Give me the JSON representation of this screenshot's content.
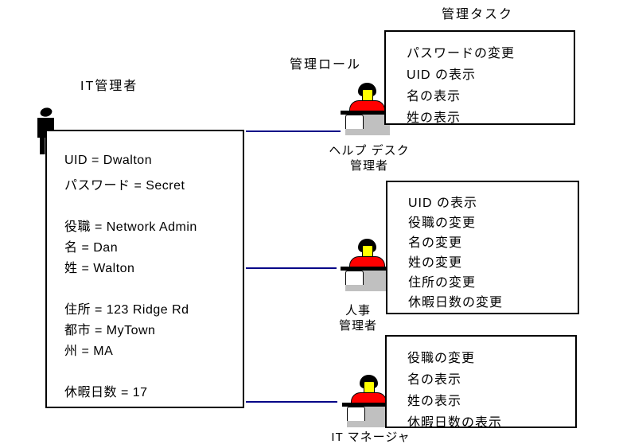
{
  "diagram": {
    "header_tasks": "管理タスク",
    "header_role": "管理ロール",
    "user_label": "IT管理者",
    "user_card_lines": [
      "UID = Dwalton",
      "パスワード = Secret",
      "",
      "役職 = Network Admin",
      "名 = Dan",
      "姓 = Walton",
      "",
      "住所 = 123 Ridge Rd",
      "都市 = MyTown",
      "州 = MA",
      "",
      "休暇日数 = 17"
    ]
  },
  "roles": [
    {
      "label_line1": "ヘルプ デスク",
      "label_line2": "管理者",
      "tasks": [
        "パスワードの変更",
        "UID の表示",
        "名の表示",
        "姓の表示"
      ]
    },
    {
      "label_line1": "人事",
      "label_line2": "管理者",
      "tasks": [
        "UID の表示",
        "役職の変更",
        "名の変更",
        "姓の変更",
        "住所の変更",
        "休暇日数の変更"
      ]
    },
    {
      "label_line1": "IT マネージャ",
      "tasks": [
        "役職の変更",
        "名の表示",
        "姓の表示",
        "休暇日数の表示"
      ]
    }
  ],
  "colors": {
    "connector": "#000087",
    "desk": "#c0c0c0",
    "shirt": "#ff0000",
    "face": "#ffff00",
    "hair": "#000000",
    "box_border": "#000000"
  }
}
